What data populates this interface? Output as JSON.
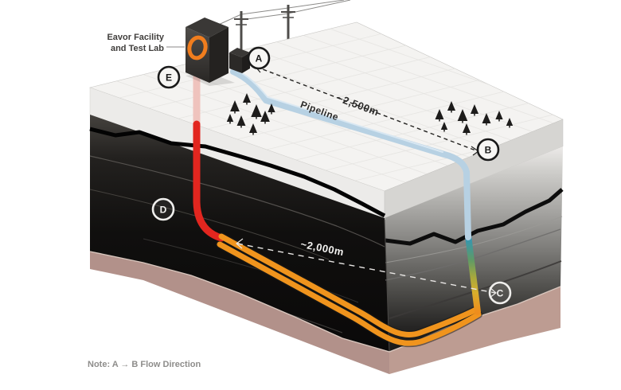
{
  "diagram": {
    "facility_label": {
      "line1": "Eavor Facility",
      "line2": "and Test Lab"
    },
    "annotations": {
      "pipeline_distance": "~2,500m",
      "pipeline": "Pipeline",
      "lateral_depth": "~2,000m"
    },
    "note": "Note: A → B Flow Direction",
    "markers": {
      "a": "A",
      "b": "B",
      "c": "C",
      "d": "D",
      "e": "E"
    },
    "colors": {
      "accent_orange": "#F07D1E",
      "well_hot_red": "#E2261F",
      "well_hot_pale": "#EFC3BD",
      "lateral_orange": "#F0941D",
      "pipeline_blue": "#B7D1E3",
      "well_cold_teal": "#2F96BE",
      "surface_white": "#F4F3F1",
      "rock_dark": "#111010",
      "base_mauve": "#B2918A",
      "base_mauve_light": "#BD9C92"
    }
  }
}
